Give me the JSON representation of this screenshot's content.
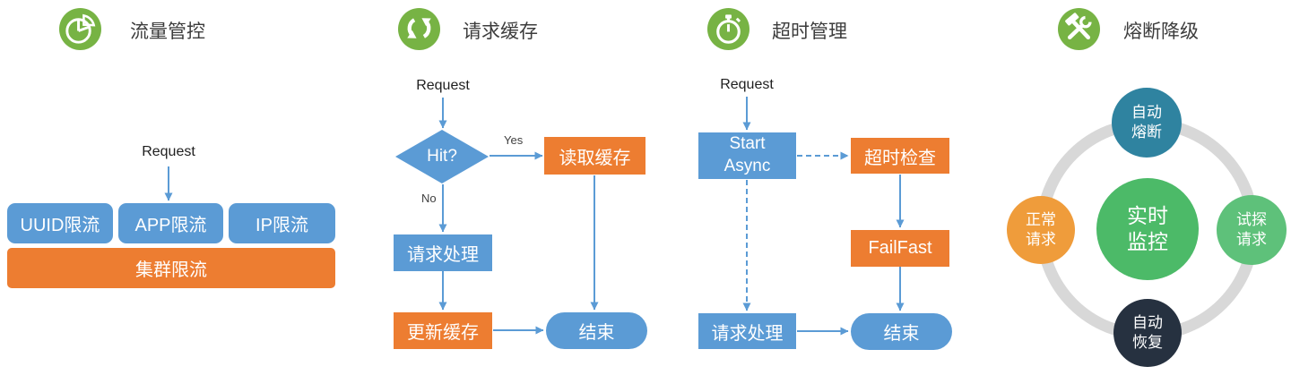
{
  "colors": {
    "box_blue": "#5B9BD5",
    "box_orange": "#ED7D31",
    "icon_green": "#77B344",
    "ring_gray": "#D8D8D8",
    "circle_teal": "#2F83A0",
    "circle_orange": "#EF9C3B",
    "circle_green_center": "#4CBA68",
    "circle_green_right": "#5EC17A",
    "circle_navy": "#263140",
    "title_text": "#3C3C3C"
  },
  "sections": [
    {
      "title": "流量管控",
      "icon": "pie-chart",
      "request": "Request",
      "boxes": [
        {
          "label": "UUID限流"
        },
        {
          "label": "APP限流"
        },
        {
          "label": "IP限流"
        },
        {
          "label": "集群限流"
        }
      ]
    },
    {
      "title": "请求缓存",
      "icon": "refresh",
      "request": "Request",
      "decision": "Hit?",
      "yes": "Yes",
      "no": "No",
      "nodes": {
        "read": "读取缓存",
        "process": "请求处理",
        "update": "更新缓存",
        "end": "结束"
      }
    },
    {
      "title": "超时管理",
      "icon": "stopwatch",
      "request": "Request",
      "nodes": {
        "start": "Start Async",
        "check": "超时检查",
        "failfast": "FailFast",
        "process": "请求处理",
        "end": "结束"
      }
    },
    {
      "title": "熔断降级",
      "icon": "tools",
      "circles": {
        "top": "自动熔断",
        "left": "正常请求",
        "center": "实时监控",
        "right": "试探请求",
        "bottom": "自动恢复"
      }
    }
  ]
}
